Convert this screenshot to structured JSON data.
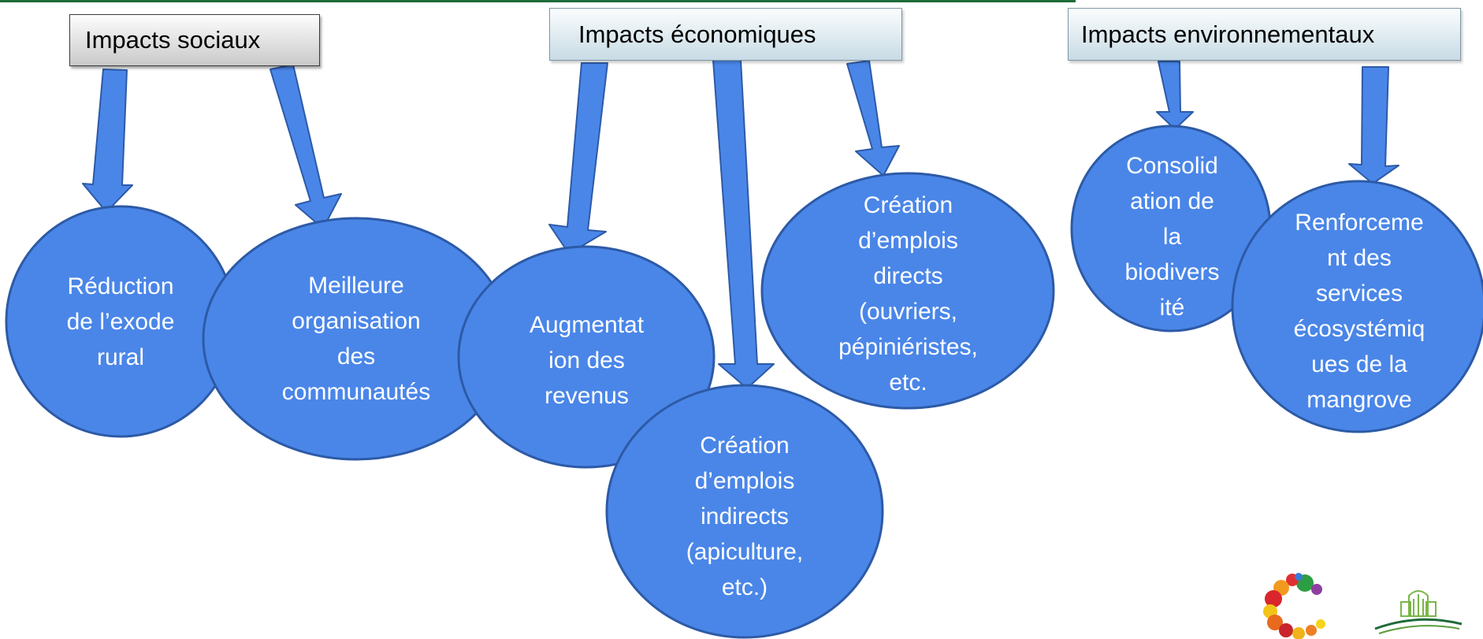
{
  "headers": {
    "social": "Impacts sociaux",
    "economic": "Impacts économiques",
    "environmental": "Impacts environnementaux"
  },
  "impacts": {
    "exode": "Réduction\nde l’exode\nrural",
    "organisation": "Meilleure\norganisation\ndes\ncommunautés",
    "revenus": "Augmentat\nion des\nrevenus",
    "emplois_indirects": "Création\nd’emplois\nindirects\n(apiculture,\netc.)",
    "emplois_directs": "Création\nd’emplois\ndirects\n(ouvriers,\npépiniéristes,\netc.",
    "biodiversite": "Consolid\nation de\nla\nbiodivers\nité",
    "services": "Renforceme\nnt des\nservices\nécosystémiq\nues de la\nmangrove"
  },
  "colors": {
    "circle_fill": "#4a86e8",
    "circle_stroke": "#2d5aa6",
    "arrow_fill": "#4a86e8",
    "top_line": "#1f6b3a"
  }
}
